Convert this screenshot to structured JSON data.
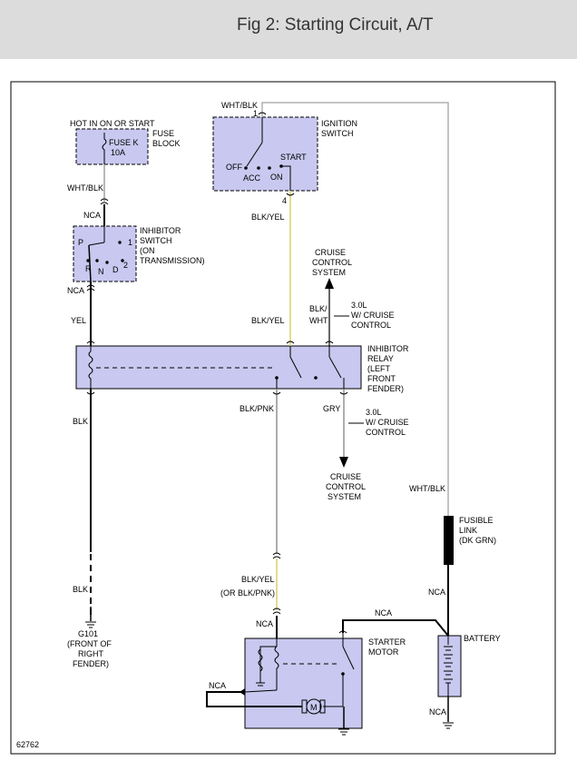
{
  "header": {
    "title": "Fig 2: Starting Circuit, A/T"
  },
  "figure_id": "62762",
  "colors": {
    "component_fill": "#c8c8f0",
    "wire_black": "#000000",
    "wire_gray": "#b0b0b0",
    "wire_yellow": "#d8d06a",
    "header_bg": "#dcdcdc"
  },
  "fuse_block": {
    "hot_label": "HOT IN ON OR START",
    "fuse_label": [
      "FUSE K",
      "10A"
    ],
    "name": [
      "FUSE",
      "BLOCK"
    ]
  },
  "ignition_switch": {
    "name": [
      "IGNITION",
      "SWITCH"
    ],
    "positions": {
      "off": "OFF",
      "acc": "ACC",
      "on": "ON",
      "start": "START"
    },
    "pin_top": "1",
    "pin_bottom": "4"
  },
  "inhibitor_switch": {
    "name": [
      "INHIBITOR",
      "SWITCH",
      "(ON",
      "TRANSMISSION)"
    ],
    "positions": {
      "p": "P",
      "r": "R",
      "n": "N",
      "d": "D",
      "one": "1",
      "two": "2"
    }
  },
  "inhibitor_relay": {
    "name": [
      "INHIBITOR",
      "RELAY",
      "(LEFT",
      "FRONT",
      "FENDER)"
    ]
  },
  "cruise_top": {
    "system": [
      "CRUISE",
      "CONTROL",
      "SYSTEM"
    ],
    "note": [
      "3.0L",
      "W/ CRUISE",
      "CONTROL"
    ]
  },
  "cruise_bottom": {
    "system": [
      "CRUISE",
      "CONTROL",
      "SYSTEM"
    ],
    "note": [
      "3.0L",
      "W/ CRUISE",
      "CONTROL"
    ]
  },
  "fusible_link": {
    "name": [
      "FUSIBLE",
      "LINK",
      "(DK GRN)"
    ]
  },
  "battery": {
    "name": "BATTERY"
  },
  "starter_motor": {
    "name": [
      "STARTER",
      "MOTOR"
    ],
    "motor_symbol": "M"
  },
  "ground": {
    "name": "G101",
    "location": [
      "(FRONT OF",
      "RIGHT",
      "FENDER)"
    ]
  },
  "wire_labels": {
    "wht_blk_top": "WHT/BLK",
    "wht_blk_fuse": "WHT/BLK",
    "nca_above_inhibitor": "NCA",
    "nca_below_inhibitor": "NCA",
    "yel": "YEL",
    "blk_yel_switch": "BLK/YEL",
    "blk_yel_relay": "BLK/YEL",
    "blk_wht": [
      "BLK/",
      "WHT"
    ],
    "blk_upper": "BLK",
    "blk_lower": "BLK",
    "blk_pnk": "BLK/PNK",
    "gry": "GRY",
    "blk_yel_or": [
      "BLK/YEL",
      "(OR BLK/PNK)"
    ],
    "nca_starter_top": "NCA",
    "nca_battery_feed": "NCA",
    "nca_link_bottom": "NCA",
    "wht_blk_right": "WHT/BLK",
    "nca_battery_ground": "NCA",
    "nca_starter_left": "NCA"
  }
}
